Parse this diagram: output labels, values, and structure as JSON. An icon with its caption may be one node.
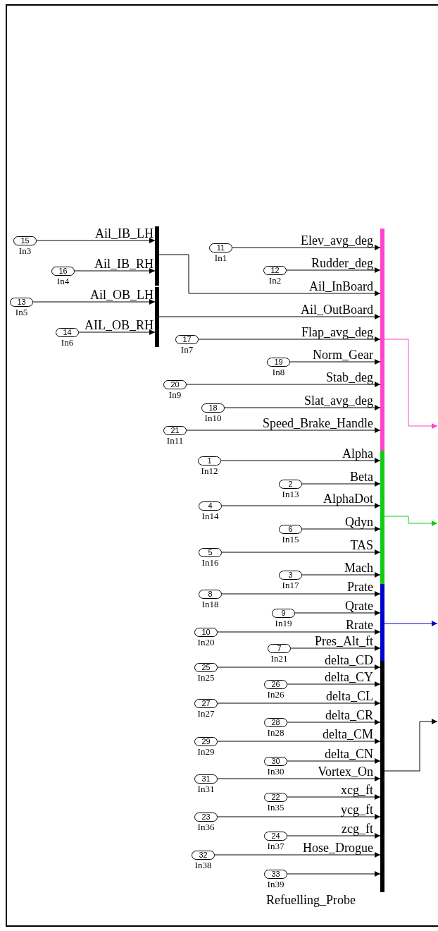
{
  "diagram": {
    "nodes": [
      {
        "text": [
          "15"
        ],
        "beside": [
          "In3"
        ]
      },
      {
        "text": [
          "16"
        ],
        "beside": [
          "In4"
        ]
      },
      {
        "text": [
          "13"
        ],
        "beside": [
          "In5"
        ]
      },
      {
        "text": [
          "14"
        ],
        "beside": [
          "In6"
        ]
      },
      {
        "text": [],
        "shape": "bar"
      },
      {
        "text": [],
        "shape": "bar"
      },
      {
        "text": [
          "11"
        ],
        "beside": [
          "In1"
        ]
      },
      {
        "text": [
          "12"
        ],
        "beside": [
          "In2"
        ]
      },
      {
        "text": [
          "17"
        ],
        "beside": [
          "In7"
        ]
      },
      {
        "text": [
          "19"
        ],
        "beside": [
          "In8"
        ]
      },
      {
        "text": [
          "20"
        ],
        "beside": [
          "In9"
        ]
      },
      {
        "text": [
          "18"
        ],
        "beside": [
          "In10"
        ]
      },
      {
        "text": [
          "21"
        ],
        "beside": [
          "In11"
        ]
      },
      {
        "text": [
          "1"
        ],
        "beside": [
          "In12"
        ]
      },
      {
        "text": [
          "2"
        ],
        "beside": [
          "In13"
        ]
      },
      {
        "text": [
          "4"
        ],
        "beside": [
          "In14"
        ]
      },
      {
        "text": [
          "6"
        ],
        "beside": [
          "In15"
        ]
      },
      {
        "text": [
          "5"
        ],
        "beside": [
          "In16"
        ]
      },
      {
        "text": [
          "3"
        ],
        "beside": [
          "In17"
        ]
      },
      {
        "text": [
          "8"
        ],
        "beside": [
          "In18"
        ]
      },
      {
        "text": [
          "9"
        ],
        "beside": [
          "In19"
        ]
      },
      {
        "text": [
          "10"
        ],
        "beside": [
          "In20"
        ]
      },
      {
        "text": [
          "7"
        ],
        "beside": [
          "In21"
        ]
      },
      {
        "text": [
          "25"
        ],
        "beside": [
          "In25"
        ]
      },
      {
        "text": [
          "26"
        ],
        "beside": [
          "In26"
        ]
      },
      {
        "text": [
          "27"
        ],
        "beside": [
          "In27"
        ]
      },
      {
        "text": [
          "28"
        ],
        "beside": [
          "In28"
        ]
      },
      {
        "text": [
          "29"
        ],
        "beside": [
          "In29"
        ]
      },
      {
        "text": [
          "30"
        ],
        "beside": [
          "In30"
        ]
      },
      {
        "text": [
          "31"
        ],
        "beside": [
          "In31"
        ]
      },
      {
        "text": [
          "22"
        ],
        "beside": [
          "In35"
        ]
      },
      {
        "text": [
          "23"
        ],
        "beside": [
          "In36"
        ]
      },
      {
        "text": [
          "24"
        ],
        "beside": [
          "In37"
        ]
      },
      {
        "text": [
          "32"
        ],
        "beside": [
          "In38"
        ]
      },
      {
        "text": [
          "33"
        ],
        "beside": [
          "In39"
        ]
      },
      {
        "text": [],
        "shape": "bar"
      },
      {
        "text": [],
        "shape": "bar"
      },
      {
        "text": [],
        "shape": "bar"
      },
      {
        "text": [],
        "shape": "bar"
      }
    ],
    "edges": [
      {
        "from": 0,
        "to": 4,
        "arrow": "to",
        "label": "Ail_IB_LH"
      },
      {
        "from": 1,
        "to": 4,
        "arrow": "to",
        "label": "Ail_IB_RH"
      },
      {
        "from": 2,
        "to": 5,
        "arrow": "to",
        "label": "Ail_OB_LH"
      },
      {
        "from": 3,
        "to": 5,
        "arrow": "to",
        "label": "AIL_OB_RH"
      },
      {
        "from": 6,
        "to": 35,
        "arrow": "to",
        "label": "Elev_avg_deg"
      },
      {
        "from": 7,
        "to": 35,
        "arrow": "to",
        "label": "Rudder_deg"
      },
      {
        "from": 4,
        "to": 35,
        "arrow": "to",
        "label": "Ail_InBoard"
      },
      {
        "from": 5,
        "to": 35,
        "arrow": "to",
        "label": "Ail_OutBoard"
      },
      {
        "from": 8,
        "to": 35,
        "arrow": "to",
        "label": "Flap_avg_deg"
      },
      {
        "from": 9,
        "to": 35,
        "arrow": "to",
        "label": "Norm_Gear"
      },
      {
        "from": 10,
        "to": 35,
        "arrow": "to",
        "label": "Stab_deg"
      },
      {
        "from": 11,
        "to": 35,
        "arrow": "to",
        "label": "Slat_avg_deg"
      },
      {
        "from": 12,
        "to": 35,
        "arrow": "to",
        "label": "Speed_Brake_Handle"
      },
      {
        "from": 13,
        "to": 36,
        "arrow": "to",
        "label": "Alpha"
      },
      {
        "from": 14,
        "to": 36,
        "arrow": "to",
        "label": "Beta"
      },
      {
        "from": 15,
        "to": 36,
        "arrow": "to",
        "label": "AlphaDot"
      },
      {
        "from": 16,
        "to": 36,
        "arrow": "to",
        "label": "Qdyn"
      },
      {
        "from": 17,
        "to": 36,
        "arrow": "to",
        "label": "TAS"
      },
      {
        "from": 18,
        "to": 36,
        "arrow": "to",
        "label": "Mach"
      },
      {
        "from": 19,
        "to": 37,
        "arrow": "to",
        "label": "Prate"
      },
      {
        "from": 20,
        "to": 37,
        "arrow": "to",
        "label": "Qrate"
      },
      {
        "from": 21,
        "to": 37,
        "arrow": "to",
        "label": "Rrate"
      },
      {
        "from": 22,
        "to": 37,
        "arrow": "to",
        "label": "Pres_Alt_ft"
      },
      {
        "from": 23,
        "to": 38,
        "arrow": "to",
        "label": "delta_CD"
      },
      {
        "from": 24,
        "to": 38,
        "arrow": "to",
        "label": "delta_CY"
      },
      {
        "from": 25,
        "to": 38,
        "arrow": "to",
        "label": "delta_CL"
      },
      {
        "from": 26,
        "to": 38,
        "arrow": "to",
        "label": "delta_CR"
      },
      {
        "from": 27,
        "to": 38,
        "arrow": "to",
        "label": "delta_CM"
      },
      {
        "from": 28,
        "to": 38,
        "arrow": "to",
        "label": "delta_CN"
      },
      {
        "from": 29,
        "to": 38,
        "arrow": "to",
        "label": "Vortex_On"
      },
      {
        "from": 30,
        "to": 38,
        "arrow": "to",
        "label": "xcg_ft"
      },
      {
        "from": 31,
        "to": 38,
        "arrow": "to",
        "label": "ycg_ft"
      },
      {
        "from": 32,
        "to": 38,
        "arrow": "to",
        "label": "zcg_ft"
      },
      {
        "from": 33,
        "to": 38,
        "arrow": "to",
        "label": "Hose_Drogue"
      },
      {
        "from": 34,
        "to": 38,
        "arrow": "to",
        "label": "Refuelling_Probe"
      },
      {
        "from": 35,
        "to": null,
        "arrow": "to",
        "color": "#ff44cc"
      },
      {
        "from": 36,
        "to": null,
        "arrow": "to",
        "color": "#11cc11"
      },
      {
        "from": 37,
        "to": null,
        "arrow": "to",
        "color": "#0000cc"
      },
      {
        "from": 38,
        "to": null,
        "arrow": "to"
      }
    ]
  }
}
